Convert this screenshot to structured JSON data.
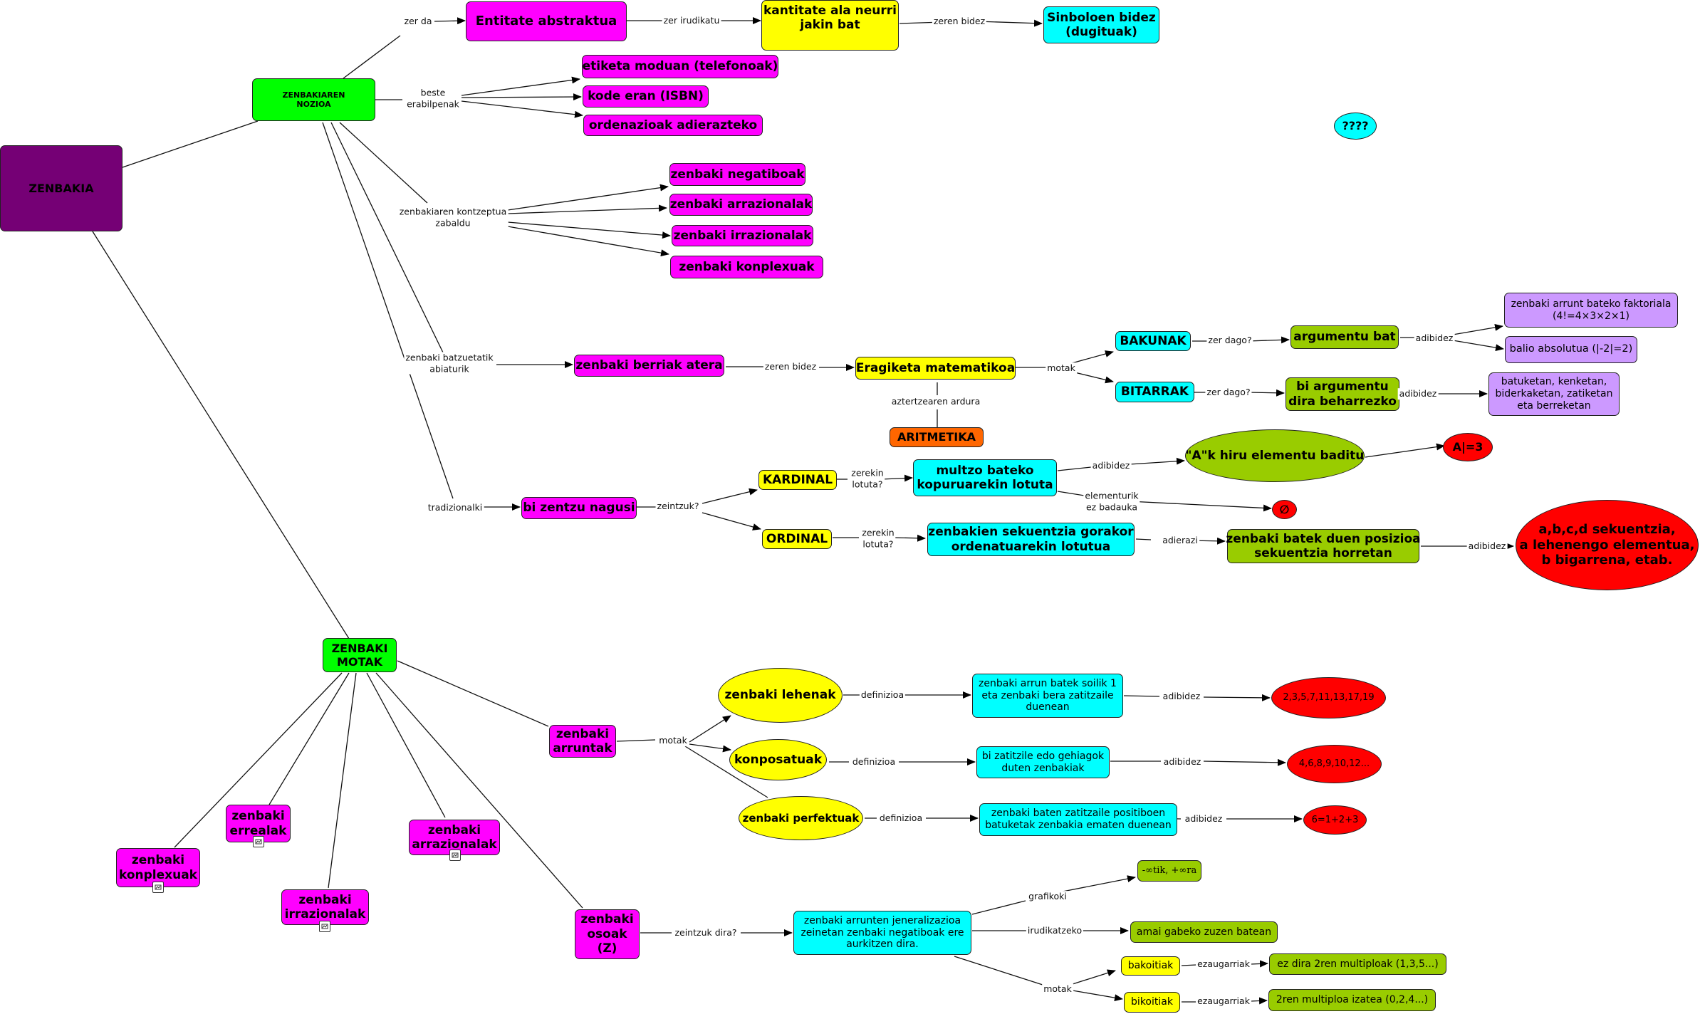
{
  "colors": {
    "purple": "#750075",
    "green": "#00ff00",
    "magenta": "#ff00ff",
    "yellow": "#ffff00",
    "cyan": "#00ffff",
    "olive": "#99cc00",
    "red": "#ff0000",
    "orange": "#ff6600",
    "lavender": "#cc99ff"
  },
  "nodes": {
    "zenbakia": "ZENBAKIA",
    "nozioa": "ZENBAKIAREN\nNOZIOA",
    "entitate": "Entitate abstraktua",
    "kantitate": "kantitate ala neurri\njakin bat",
    "sinboloen": "Sinboloen bidez\n(dugituak)",
    "etiketa": "etiketa moduan (telefonoak)",
    "kode": "kode eran (ISBN)",
    "ordenazio": "ordenazioak adierazteko",
    "negatiboak": "zenbaki negatiboak",
    "arrazionalak_top": "zenbaki arrazionalak",
    "irrazionalak_top": "zenbaki irrazionalak",
    "konplexuak_top": "zenbaki konplexuak",
    "qmark": "????",
    "berriak": "zenbaki berriak atera",
    "eragiketa": "Eragiketa matematikoa",
    "aritmetika": "ARITMETIKA",
    "bakunak": "BAKUNAK",
    "bitarrak": "BITARRAK",
    "argumentu_bat": "argumentu bat",
    "bi_argumentu": "bi argumentu\ndira beharrezko",
    "faktoriala": "zenbaki arrunt bateko faktoriala\n(4!=4×3×2×1)",
    "absolutua": "balio absolutua (|-2|=2)",
    "batuketan": "batuketan, kenketan,\nbiderkaketan, zatiketan\neta berreketan",
    "bi_zentzu": "bi zentzu nagusi",
    "kardinal": "KARDINAL",
    "ordinal": "ORDINAL",
    "multzo": "multzo bateko\nkopuruarekin lotuta",
    "sekuentzia": "zenbakien sekuentzia gorakor\nordenatuarekin lotutua",
    "a_hiru": "\"A\"k hiru elementu baditu",
    "a_3": "A|=3",
    "empty": "∅",
    "posizioa": "zenbaki batek duen posizioa\nsekuentzia horretan",
    "abcd": "a,b,c,d sekuentzia,\na lehenengo elementua,\nb bigarrena, etab.",
    "motak": "ZENBAKI\nMOTAK",
    "arruntak": "zenbaki\narruntak",
    "erreal": "zenbaki\nerrealak",
    "konplexuak_bot": "zenbaki\nkonplexuak",
    "irrazionalak_bot": "zenbaki\nirrazionalak",
    "arrazionalak_bot": "zenbaki\narrazionalak",
    "osoak": "zenbaki\nosoak\n(Z)",
    "lehenak": "zenbaki lehenak",
    "konposatuak": "konposatuak",
    "perfektuak": "zenbaki perfektuak",
    "lehen_def": "zenbaki arrun batek soilik 1\neta zenbaki bera zatitzaile\nduenean",
    "konp_def": "bi zatitzile edo gehiagok\nduten zenbakiak",
    "perf_def": "zenbaki baten zatitzaile positiboen\nbatuketak zenbakia ematen duenean",
    "lehen_ex": "2,3,5,7,11,13,17,19",
    "konp_ex": "4,6,8,9,10,12...",
    "perf_ex": "6=1+2+3",
    "osoak_def": "zenbaki arrunten jeneralizazioa\nzeinetan zenbaki negatiboak ere\naurkitzen dira.",
    "infinity": "-∞tik, +∞ra",
    "zuzen": "amai gabeko zuzen batean",
    "bakoitiak": "bakoitiak",
    "bikoitiak": "bikoitiak",
    "bakoiti_def": "ez dira 2ren multiploak (1,3,5...)",
    "bikoiti_def": "2ren multiploa izatea (0,2,4...)"
  },
  "labels": {
    "zer_da": "zer da",
    "zer_irudikatu": "zer irudikatu",
    "zeren_bidez_1": "zeren bidez",
    "beste": "beste\nerabilpenak",
    "kontzeptua": "zenbakiaren kontzeptua\nzabaldu",
    "batzuetatik": "zenbaki batzuetatik\nabiaturik",
    "zeren_bidez_2": "zeren bidez",
    "motak_1": "motak",
    "aztertzearen": "aztertzearen ardura",
    "zer_dago_1": "zer dago?",
    "zer_dago_2": "zer dago?",
    "adibidez_1": "adibidez",
    "adibidez_2": "adibidez",
    "tradizionalki": "tradizionalki",
    "zeintzuk": "zeintzuk?",
    "zerekin_1": "zerekin\nlotuta?",
    "zerekin_2": "zerekin\nlotuta?",
    "adibidez_3": "adibidez",
    "elementurik": "elementurik\nez badauka",
    "adierazi": "adierazi",
    "adibidez_4": "adibidez",
    "motak_2": "motak",
    "definizioa_1": "definizioa",
    "definizioa_2": "definizioa",
    "definizioa_3": "definizioa",
    "adibidez_5": "adibidez",
    "adibidez_6": "adibidez",
    "adibidez_7": "adibidez",
    "zeintzuk_dira": "zeintzuk dira?",
    "grafikoki": "grafikoki",
    "irudikatzeko": "irudikatzeko",
    "motak_3": "motak",
    "ezaugarriak_1": "ezaugarriak",
    "ezaugarriak_2": "ezaugarriak"
  }
}
